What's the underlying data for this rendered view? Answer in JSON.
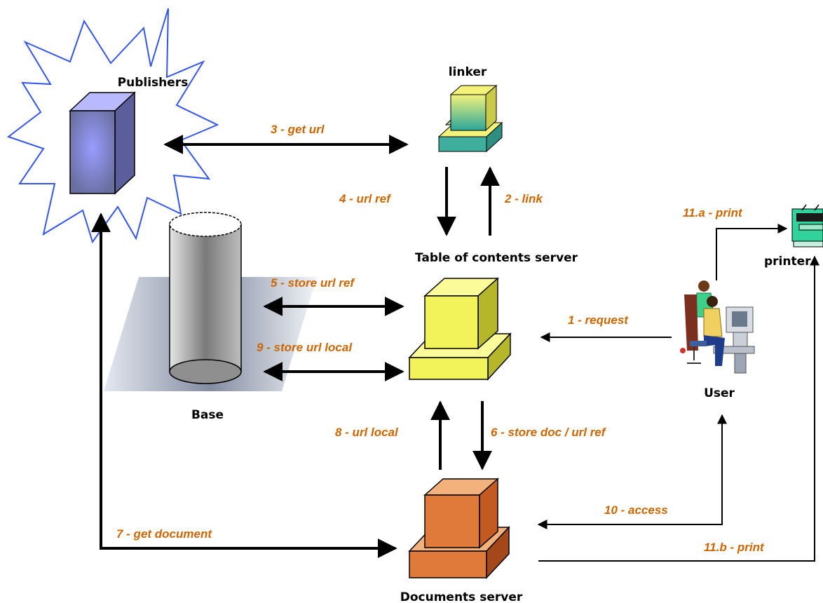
{
  "colors": {
    "edge_label": "#cc6600",
    "starburst": "#3355ee",
    "server_yellow": "#f2f25a",
    "server_teal": "#3fae9c",
    "server_orange": "#e07a3a",
    "publisher_blue": "#7f80f0"
  },
  "nodes": {
    "publishers": "Publishers",
    "linker": "linker",
    "toc_server": "Table of contents server",
    "base": "Base",
    "user": "User",
    "printer": "printer",
    "documents_server": "Documents  server"
  },
  "edges": {
    "get_url": "3 - get url",
    "url_ref": "4 - url ref",
    "link": "2 - link",
    "store_url_ref": "5 - store url ref",
    "store_url_local": "9 - store url local",
    "request": "1 - request",
    "print_a": "11.a - print",
    "url_local": "8 - url local",
    "store_doc": "6 - store doc / url ref",
    "access": "10 - access",
    "get_document": "7 - get document",
    "print_b": "11.b - print"
  },
  "icons": {
    "publishers": "server-tower-icon",
    "linker": "computer-icon",
    "toc_server": "computer-icon",
    "documents_server": "computer-icon",
    "base": "database-cylinder-icon",
    "user": "person-at-computer-icon",
    "printer": "printer-icon"
  }
}
